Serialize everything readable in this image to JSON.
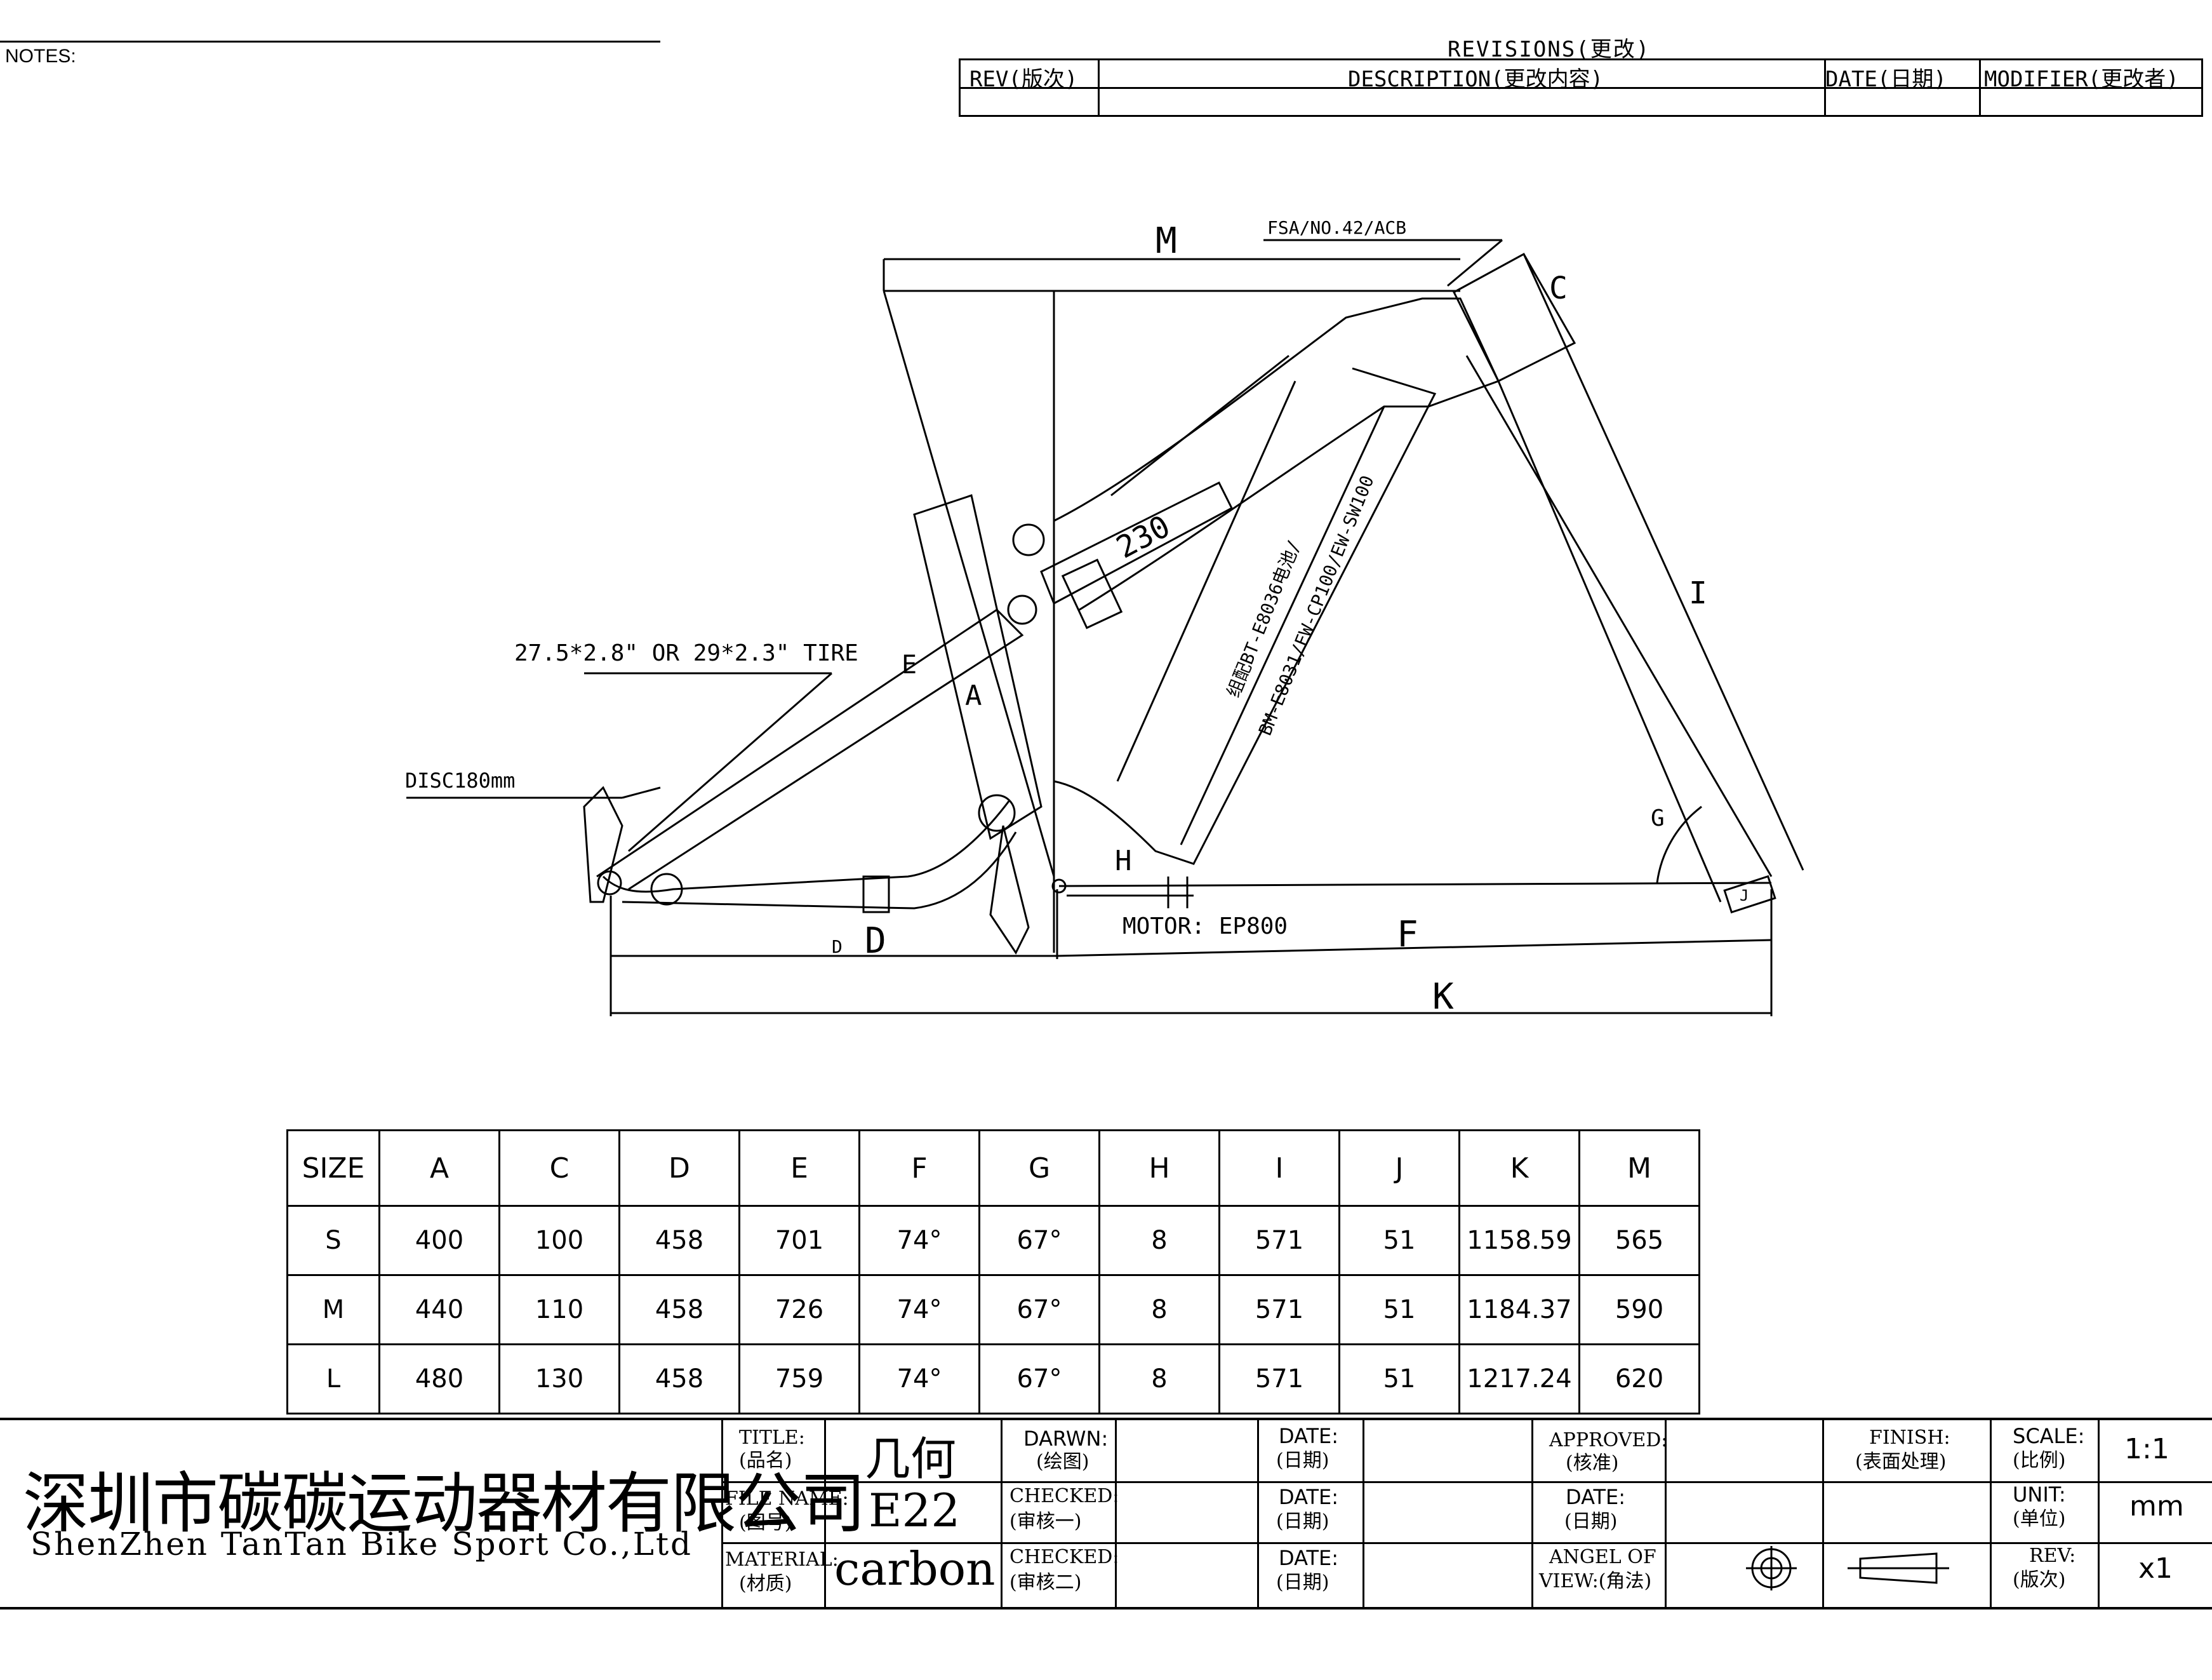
{
  "notes_label": "NOTES:",
  "revisions": {
    "title": "REVISIONS(更改)",
    "headers": [
      "REV(版次)",
      "DESCRIPTION(更改内容)",
      "DATE(日期)",
      "MODIFIER(更改者)"
    ]
  },
  "drawing": {
    "labels": {
      "m": "M",
      "headset": "FSA/NO.42/ACB",
      "c": "C",
      "i": "I",
      "shock": "230",
      "battery_1": "组配BT-E8036电池/",
      "battery_2": "BM-E8031/EW-CP100/EW-SW100",
      "tire": "27.5*2.8\" OR  29*2.3\" TIRE",
      "disc": "DISC180mm",
      "a": "A",
      "e": "E",
      "h": "H",
      "g": "G",
      "j": "J",
      "d": "D",
      "d_small": "D",
      "motor": "MOTOR: EP800",
      "f": "F",
      "k": "K"
    }
  },
  "geometry_table": {
    "headers": [
      "SIZE",
      "A",
      "C",
      "D",
      "E",
      "F",
      "G",
      "H",
      "I",
      "J",
      "K",
      "M"
    ],
    "rows": [
      [
        "S",
        "400",
        "100",
        "458",
        "701",
        "74°",
        "67°",
        "8",
        "571",
        "51",
        "1158.59",
        "565"
      ],
      [
        "M",
        "440",
        "110",
        "458",
        "726",
        "74°",
        "67°",
        "8",
        "571",
        "51",
        "1184.37",
        "590"
      ],
      [
        "L",
        "480",
        "130",
        "458",
        "759",
        "74°",
        "67°",
        "8",
        "571",
        "51",
        "1217.24",
        "620"
      ]
    ]
  },
  "title_block": {
    "company_cn": "深圳市碳碳运动器材有限公司",
    "company_en": "ShenZhen TanTan Bike Sport Co.,Ltd",
    "title_label": "TITLE:",
    "title_label_cn": "(品名)",
    "title_value": "几何",
    "file_label": "FILE NAME:",
    "file_label_cn": "(图号)",
    "file_value": "E22",
    "material_label": "MATERIAL:",
    "material_label_cn": "(材质)",
    "material_value": "carbon",
    "drawn_label": "DARWN:",
    "drawn_label_cn": "(绘图)",
    "checked1_label": "CHECKED:",
    "checked1_label_cn": "(审核一)",
    "checked2_label": "CHECKED:",
    "checked2_label_cn": "(审核二)",
    "date_label": "DATE:",
    "date_label_cn": "(日期)",
    "approved_label": "APPROVED:",
    "approved_label_cn": "(核准)",
    "angle_label": "ANGEL OF",
    "angle_label_cn": "VIEW:(角法)",
    "finish_label": "FINISH:",
    "finish_label_cn": "(表面处理)",
    "scale_label": "SCALE:",
    "scale_label_cn": "(比例)",
    "scale_value": "1:1",
    "unit_label": "UNIT:",
    "unit_label_cn": "(单位)",
    "unit_value": "mm",
    "rev_label": "REV:",
    "rev_label_cn": "(版次)",
    "rev_value": "x1"
  }
}
